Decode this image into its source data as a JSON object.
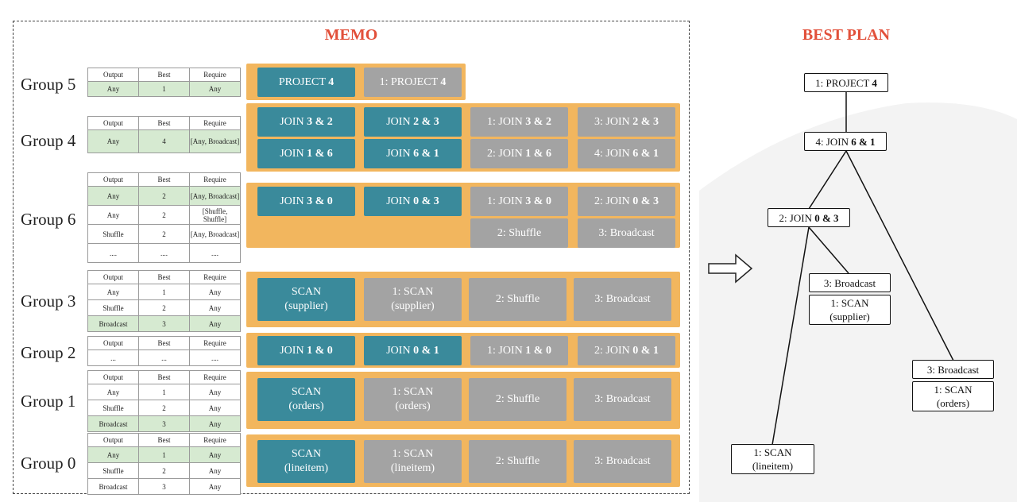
{
  "memo_title": "MEMO",
  "best_plan_title": "BEST PLAN",
  "table_headers": [
    "Output",
    "Best",
    "Require"
  ],
  "groups": [
    {
      "label": "Group 5",
      "rows": [
        [
          "Any",
          "1",
          "Any"
        ]
      ],
      "best_row": 0,
      "exprs": [
        {
          "parts": [
            "PROJECT ",
            "4",
            ""
          ],
          "style": "teal"
        },
        {
          "parts": [
            "1: PROJECT ",
            "4",
            ""
          ],
          "style": "gray"
        }
      ]
    },
    {
      "label": "Group 4",
      "rows": [
        [
          "Any",
          "4",
          "[Any, Broadcast]"
        ]
      ],
      "best_row": 0,
      "exprs": [
        {
          "parts": [
            "JOIN ",
            "3 & 2",
            ""
          ],
          "style": "teal"
        },
        {
          "parts": [
            "JOIN ",
            "2 & 3",
            ""
          ],
          "style": "teal"
        },
        {
          "parts": [
            "1: JOIN ",
            "3 & 2",
            ""
          ],
          "style": "gray"
        },
        {
          "parts": [
            "3: JOIN ",
            "2 & 3",
            ""
          ],
          "style": "gray"
        },
        {
          "parts": [
            "JOIN ",
            "1 & 6",
            ""
          ],
          "style": "teal"
        },
        {
          "parts": [
            "JOIN ",
            "6 & 1",
            ""
          ],
          "style": "teal"
        },
        {
          "parts": [
            "2: JOIN ",
            "1 & 6",
            ""
          ],
          "style": "gray"
        },
        {
          "parts": [
            "4: JOIN ",
            "6 & 1",
            ""
          ],
          "style": "gray"
        }
      ]
    },
    {
      "label": "Group 6",
      "rows": [
        [
          "Any",
          "2",
          "[Any, Broadcast]"
        ],
        [
          "Any",
          "2",
          "[Shuffle, Shuffle]"
        ],
        [
          "Shuffle",
          "2",
          "[Any, Broadcast]"
        ],
        [
          "....",
          "....",
          "...."
        ]
      ],
      "best_row": 0,
      "exprs": [
        {
          "parts": [
            "JOIN ",
            "3 & 0",
            ""
          ],
          "style": "teal"
        },
        {
          "parts": [
            "JOIN ",
            "0 & 3",
            ""
          ],
          "style": "teal"
        },
        {
          "parts": [
            "1: JOIN ",
            "3 & 0",
            ""
          ],
          "style": "gray"
        },
        {
          "parts": [
            "2: JOIN ",
            "0 & 3",
            ""
          ],
          "style": "gray"
        },
        {
          "parts": [
            "2: Shuffle",
            "",
            ""
          ],
          "style": "gray"
        },
        {
          "parts": [
            "3: Broadcast",
            "",
            ""
          ],
          "style": "gray"
        }
      ]
    },
    {
      "label": "Group 3",
      "rows": [
        [
          "Any",
          "1",
          "Any"
        ],
        [
          "Shuffle",
          "2",
          "Any"
        ],
        [
          "Broadcast",
          "3",
          "Any"
        ]
      ],
      "best_row": 2,
      "exprs": [
        {
          "lines": [
            "SCAN",
            "(supplier)"
          ],
          "style": "teal"
        },
        {
          "lines": [
            "1: SCAN",
            "(supplier)"
          ],
          "style": "gray"
        },
        {
          "lines": [
            "2: Shuffle"
          ],
          "style": "gray"
        },
        {
          "lines": [
            "3: Broadcast"
          ],
          "style": "gray"
        }
      ]
    },
    {
      "label": "Group 2",
      "rows": [
        [
          "...",
          "...",
          "...."
        ]
      ],
      "best_row": -1,
      "exprs": [
        {
          "parts": [
            "JOIN ",
            "1 & 0",
            ""
          ],
          "style": "teal"
        },
        {
          "parts": [
            "JOIN ",
            "0 & 1",
            ""
          ],
          "style": "teal"
        },
        {
          "parts": [
            "1: JOIN ",
            "1 & 0",
            ""
          ],
          "style": "gray"
        },
        {
          "parts": [
            "2: JOIN ",
            "0 & 1",
            ""
          ],
          "style": "gray"
        }
      ]
    },
    {
      "label": "Group 1",
      "rows": [
        [
          "Any",
          "1",
          "Any"
        ],
        [
          "Shuffle",
          "2",
          "Any"
        ],
        [
          "Broadcast",
          "3",
          "Any"
        ]
      ],
      "best_row": 2,
      "exprs": [
        {
          "lines": [
            "SCAN",
            "(orders)"
          ],
          "style": "teal"
        },
        {
          "lines": [
            "1: SCAN",
            "(orders)"
          ],
          "style": "gray"
        },
        {
          "lines": [
            "2: Shuffle"
          ],
          "style": "gray"
        },
        {
          "lines": [
            "3: Broadcast"
          ],
          "style": "gray"
        }
      ]
    },
    {
      "label": "Group 0",
      "rows": [
        [
          "Any",
          "1",
          "Any"
        ],
        [
          "Shuffle",
          "2",
          "Any"
        ],
        [
          "Broadcast",
          "3",
          "Any"
        ]
      ],
      "best_row": 0,
      "exprs": [
        {
          "lines": [
            "SCAN",
            "(lineitem)"
          ],
          "style": "teal"
        },
        {
          "lines": [
            "1: SCAN",
            "(lineitem)"
          ],
          "style": "gray"
        },
        {
          "lines": [
            "2: Shuffle"
          ],
          "style": "gray"
        },
        {
          "lines": [
            "3: Broadcast"
          ],
          "style": "gray"
        }
      ]
    }
  ],
  "best_plan": {
    "project": {
      "prefix": "1: PROJECT ",
      "bold": "4"
    },
    "join_top": {
      "prefix": "4: JOIN ",
      "bold": "6 & 1"
    },
    "join_mid": {
      "prefix": "2: JOIN ",
      "bold": "0 & 3"
    },
    "broadcast_supplier": "3: Broadcast",
    "scan_supplier": [
      "1: SCAN",
      "(supplier)"
    ],
    "broadcast_orders": "3: Broadcast",
    "scan_orders": [
      "1: SCAN",
      "(orders)"
    ],
    "scan_lineitem": [
      "1: SCAN",
      "(lineitem)"
    ]
  },
  "colors": {
    "title": "#e2503a",
    "panel": "#f2b65e",
    "teal": "#3a8a9b",
    "gray": "#a3a3a3",
    "best_row": "#d6ead1"
  },
  "icons": {
    "transition": "right-arrow-icon"
  }
}
